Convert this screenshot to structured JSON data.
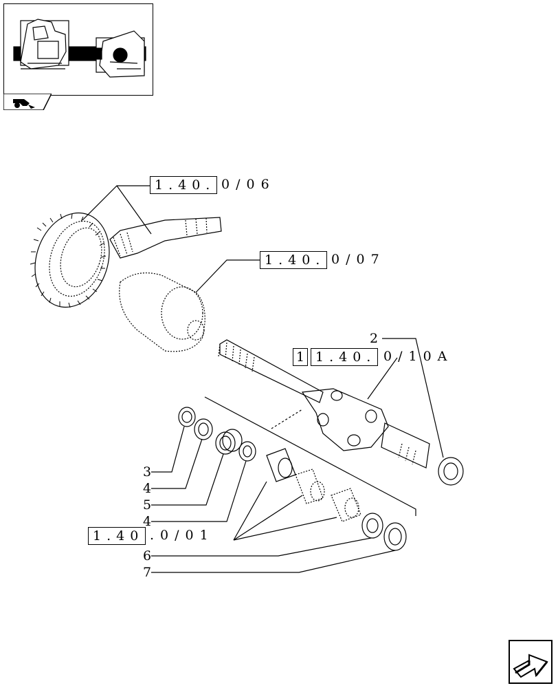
{
  "refs": {
    "r1": {
      "boxed": "1.40.",
      "tail": "0/06"
    },
    "r2": {
      "boxed": "1.40.",
      "tail": "0/07"
    },
    "r3": {
      "index": "1",
      "boxed": "1.40.",
      "tail": "0/10A"
    },
    "r4": {
      "boxed": "1.40",
      "tail": ".0/01"
    }
  },
  "callouts": {
    "c2": "2",
    "c3": "3",
    "c4a": "4",
    "c5": "5",
    "c4b": "4",
    "c6": "6",
    "c7": "7"
  },
  "icons": {
    "thumbnail": "axle-assembly-thumbnail",
    "tab": "tractor-icon",
    "nav": "next-page-arrow-icon"
  }
}
